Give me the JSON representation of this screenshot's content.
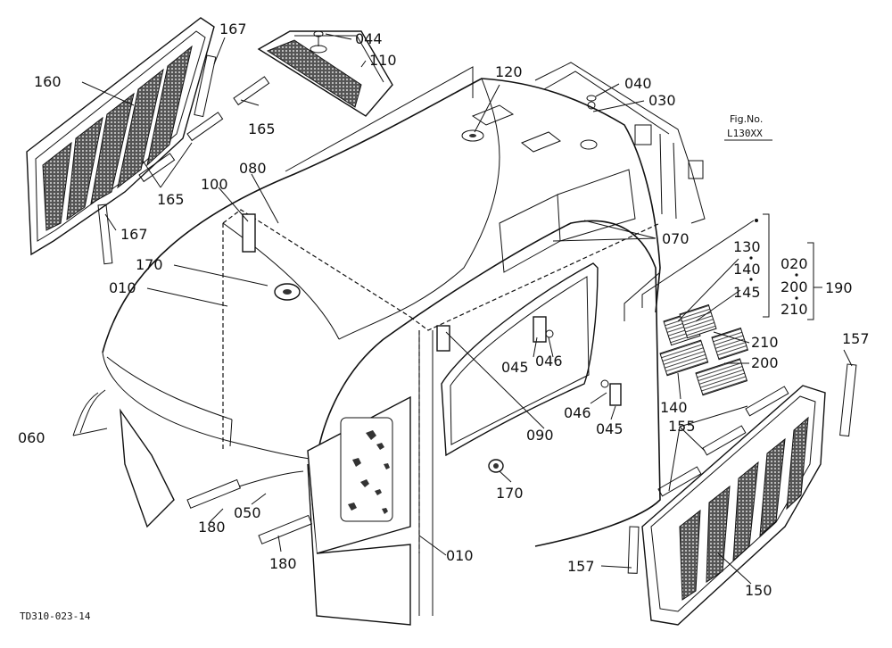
{
  "figure": {
    "fig_no_label": "Fig.No.",
    "fig_no_value": "L130XX",
    "drawing_code": "TD310-023-14"
  },
  "parts": {
    "p010a": "010",
    "p010b": "010",
    "p030": "030",
    "p040": "040",
    "p044": "044",
    "p045a": "045",
    "p045b": "045",
    "p046a": "046",
    "p046b": "046",
    "p050": "050",
    "p060": "060",
    "p070": "070",
    "p080": "080",
    "p090": "090",
    "p100": "100",
    "p110": "110",
    "p120": "120",
    "p130": "130",
    "p140a": "140",
    "p140b": "140",
    "p145": "145",
    "p150": "150",
    "p155": "155",
    "p157a": "157",
    "p157b": "157",
    "p160": "160",
    "p165a": "165",
    "p165b": "165",
    "p167a": "167",
    "p167b": "167",
    "p170a": "170",
    "p170b": "170",
    "p180a": "180",
    "p180b": "180",
    "p190": "190",
    "p200a": "200",
    "p200b": "200",
    "p210a": "210",
    "p210b": "210",
    "p020": "020"
  }
}
